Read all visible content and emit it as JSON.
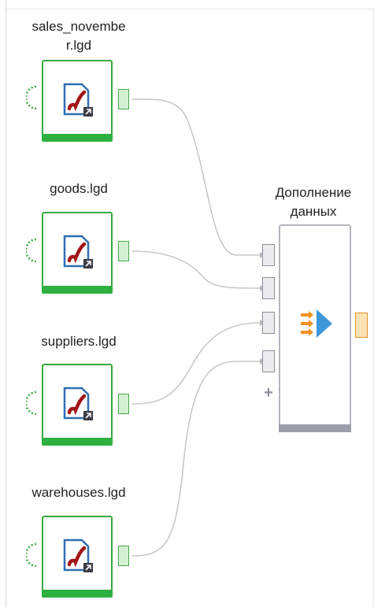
{
  "nodes": {
    "sales": {
      "label": "sales_novembe\nr.lgd"
    },
    "goods": {
      "label": "goods.lgd"
    },
    "suppliers": {
      "label": "suppliers.lgd"
    },
    "warehouses": {
      "label": "warehouses.lgd"
    },
    "merge": {
      "label": "Дополнение\nданных",
      "add_port_symbol": "+"
    }
  },
  "colors": {
    "source_border": "#3aa843",
    "source_bar": "#2db040",
    "merge_bar": "#9e9eaa",
    "link": "#c8c8c8",
    "output_port": "#e0912a"
  },
  "icons": {
    "source": "file-pipe-icon",
    "merge": "merge-arrows-icon"
  }
}
